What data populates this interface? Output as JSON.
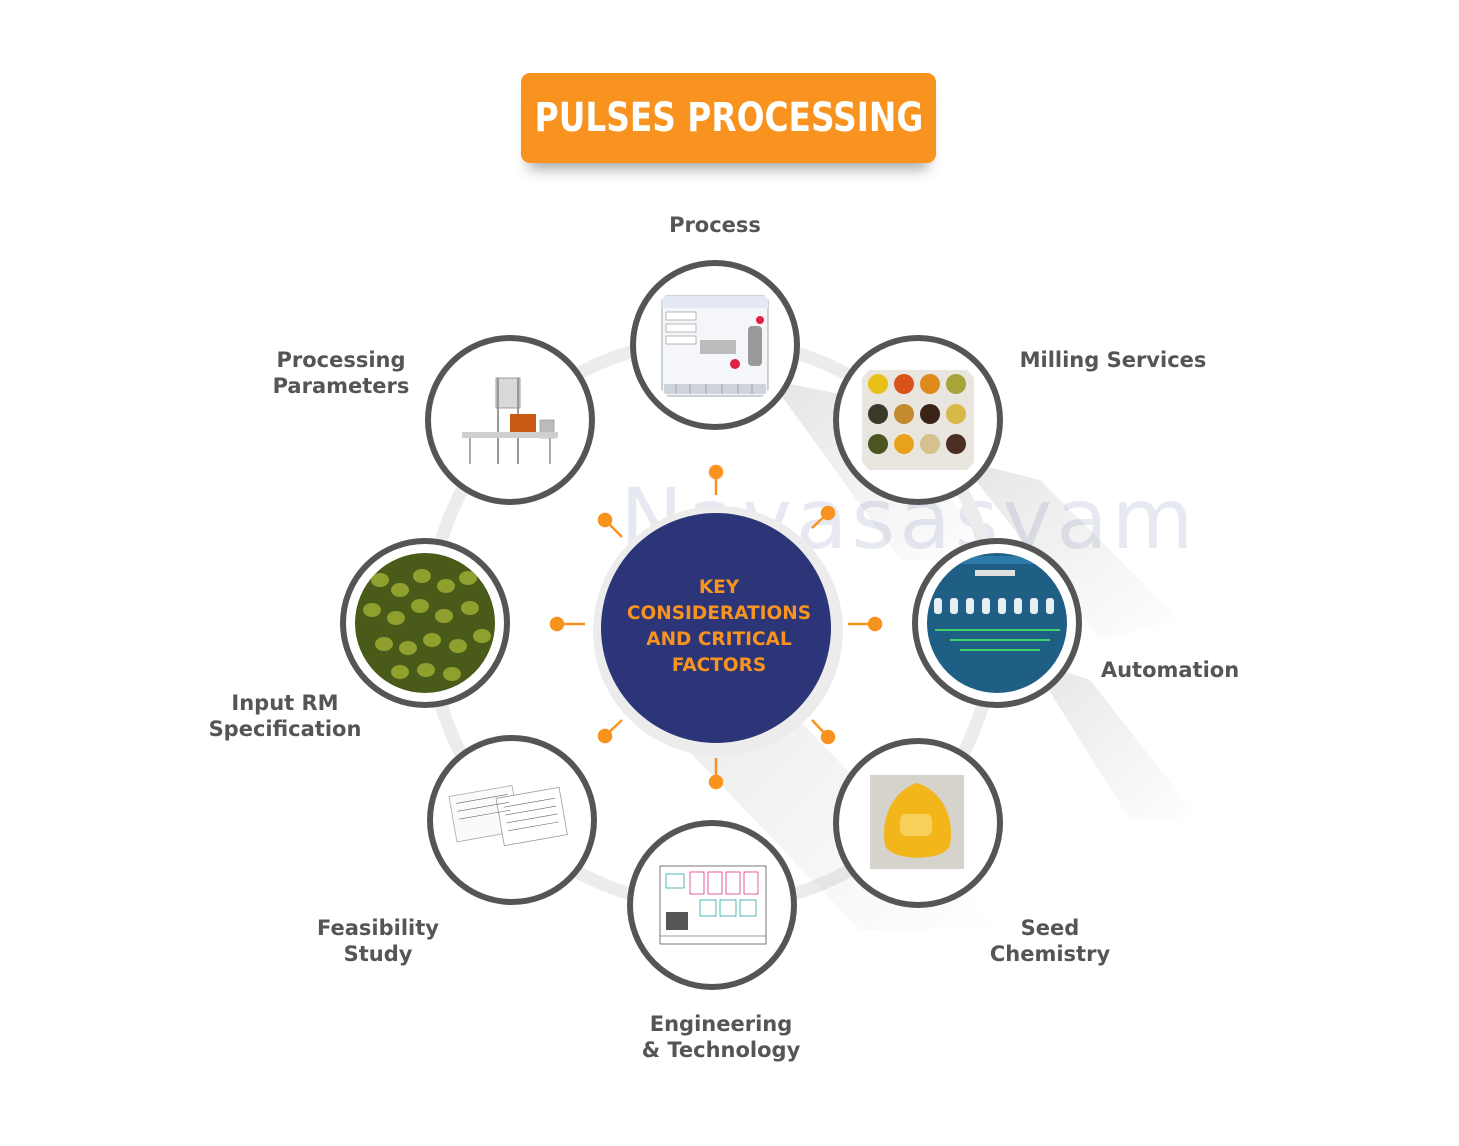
{
  "title": "PULSES PROCESSING",
  "center": [
    "KEY",
    "CONSIDERATIONS",
    "AND CRITICAL",
    "FACTORS"
  ],
  "watermark": "Navasasyam",
  "factors": {
    "process": [
      "Process"
    ],
    "milling": [
      "Milling Services"
    ],
    "automation": [
      "Automation"
    ],
    "seed_chemistry": [
      "Seed",
      "Chemistry"
    ],
    "engineering": [
      "Engineering",
      "& Technology"
    ],
    "feasibility": [
      "Feasibility",
      "Study"
    ],
    "input_rm": [
      "Input RM",
      "Specification"
    ],
    "processing_parameters": [
      "Processing",
      "Parameters"
    ]
  },
  "colors": {
    "accent": "#f7931e",
    "center_fill": "#2b3577",
    "ring_border": "#555555",
    "ring_track": "#e6e6e6",
    "label": "#555555"
  },
  "icons": {
    "process": "scada-screen-icon",
    "milling": "grain-samples-grid-icon",
    "automation": "control-panel-icon",
    "seed_chemistry": "seed-cross-section-icon",
    "engineering": "plant-layout-drawing-icon",
    "feasibility": "documents-icon",
    "input_rm": "green-gram-icon",
    "processing_parameters": "machine-icon"
  }
}
